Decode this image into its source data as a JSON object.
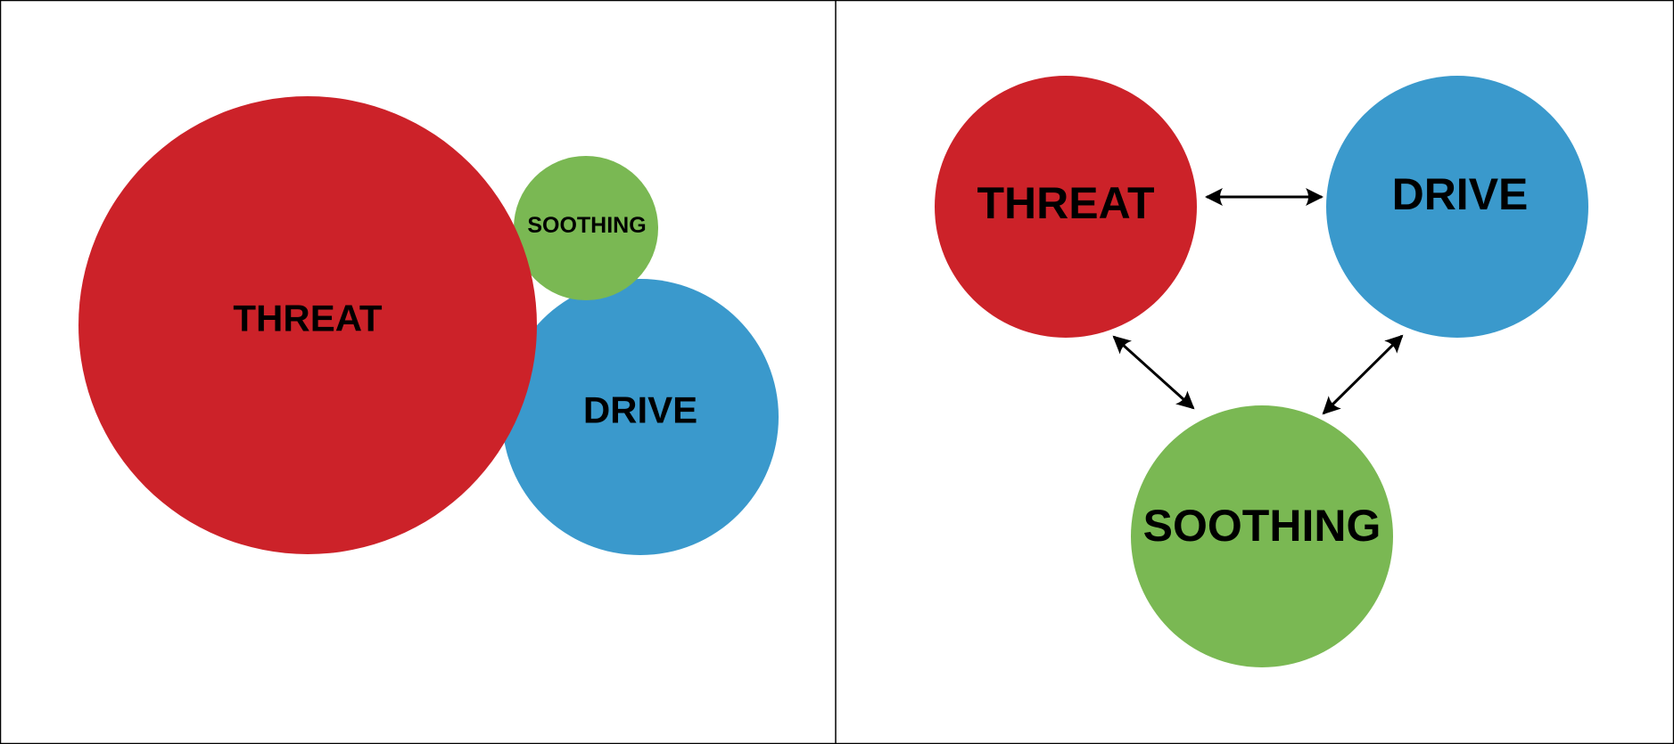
{
  "colors": {
    "threat": "#cc2229",
    "drive": "#3a99cc",
    "soothing": "#7ab853",
    "arrow": "#000000"
  },
  "left_panel": {
    "threat": "THREAT",
    "soothing": "SOOTHING",
    "drive": "DRIVE"
  },
  "right_panel": {
    "threat": "THREAT",
    "drive": "DRIVE",
    "soothing": "SOOTHING",
    "connections": [
      {
        "from": "THREAT",
        "to": "DRIVE",
        "type": "bidirectional"
      },
      {
        "from": "THREAT",
        "to": "SOOTHING",
        "type": "bidirectional"
      },
      {
        "from": "DRIVE",
        "to": "SOOTHING",
        "type": "bidirectional"
      }
    ]
  }
}
